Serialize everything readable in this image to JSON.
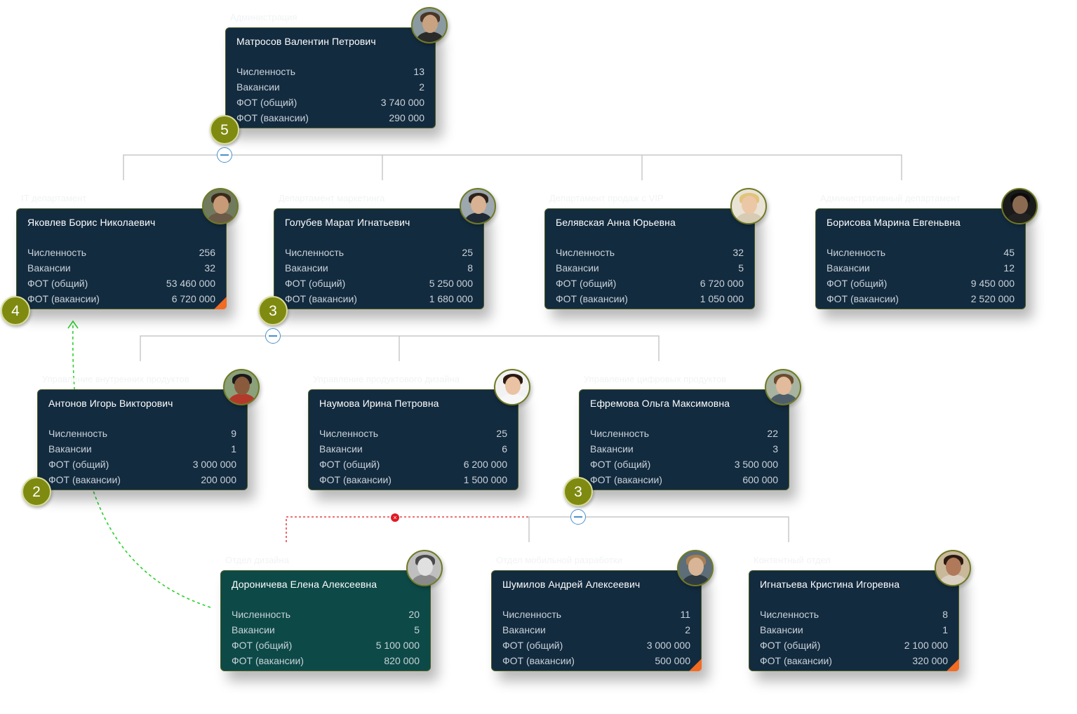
{
  "labels": {
    "headcount": "Численность",
    "vacancies": "Вакансии",
    "payroll_total": "ФОТ (общий)",
    "payroll_vacancies": "ФОТ (вакансии)"
  },
  "colors": {
    "card": "#132b3f",
    "card_selected": "#0d4a47",
    "badge": "#7f8a10",
    "warning_corner": "#f26b21",
    "connector": "#c8c8c8",
    "drag_path": "#2bd02b",
    "detach_line": "#e01b24"
  },
  "nodes": {
    "root": {
      "dept": "Администрация",
      "name": "Матросов Валентин Петрович",
      "headcount": "13",
      "vacancies": "2",
      "payroll_total": "3 740 000",
      "payroll_vacancies": "290 000",
      "badge": "5"
    },
    "it": {
      "dept": "IT департамент",
      "name": "Яковлев Борис Николаевич",
      "headcount": "256",
      "vacancies": "32",
      "payroll_total": "53 460 000",
      "payroll_vacancies": "6 720 000",
      "badge": "4"
    },
    "marketing": {
      "dept": "Департамент маркетинга",
      "name": "Голубев Марат Игнатьевич",
      "headcount": "25",
      "vacancies": "8",
      "payroll_total": "5 250 000",
      "payroll_vacancies": "1 680 000",
      "badge": "3"
    },
    "vip": {
      "dept": "Департамент продаж с VIP",
      "name": "Белявская Анна Юрьевна",
      "headcount": "32",
      "vacancies": "5",
      "payroll_total": "6 720 000",
      "payroll_vacancies": "1 050 000"
    },
    "admin": {
      "dept": "Административный департамент",
      "name": "Борисова Марина Евгеньвна",
      "headcount": "45",
      "vacancies": "12",
      "payroll_total": "9 450 000",
      "payroll_vacancies": "2 520 000"
    },
    "internal": {
      "dept": "Управление внутренних продуктов",
      "name": "Антонов Игорь Викторович",
      "headcount": "9",
      "vacancies": "1",
      "payroll_total": "3 000 000",
      "payroll_vacancies": "200 000",
      "badge": "2"
    },
    "product": {
      "dept": "Управление продуктового дизайна",
      "name": "Наумова Ирина Петровна",
      "headcount": "25",
      "vacancies": "6",
      "payroll_total": "6 200 000",
      "payroll_vacancies": "1 500 000"
    },
    "sales": {
      "dept": "Управление цифровых продуктов",
      "name": "Ефремова Ольга Максимовна",
      "headcount": "22",
      "vacancies": "3",
      "payroll_total": "3 500 000",
      "payroll_vacancies": "600 000",
      "badge": "3"
    },
    "dor": {
      "dept": "Отдел дизайна",
      "name": "Дороничева Елена Алексеевна",
      "headcount": "20",
      "vacancies": "5",
      "payroll_total": "5 100 000",
      "payroll_vacancies": "820 000"
    },
    "shu": {
      "dept": "Отдел мобильной разработки",
      "name": "Шумилов Андрей Алексеевич",
      "headcount": "11",
      "vacancies": "2",
      "payroll_total": "3 000 000",
      "payroll_vacancies": "500 000"
    },
    "ign": {
      "dept": "Контентный отдел",
      "name": "Игнатьева Кристина Игоревна",
      "headcount": "8",
      "vacancies": "1",
      "payroll_total": "2 100 000",
      "payroll_vacancies": "320 000"
    }
  }
}
